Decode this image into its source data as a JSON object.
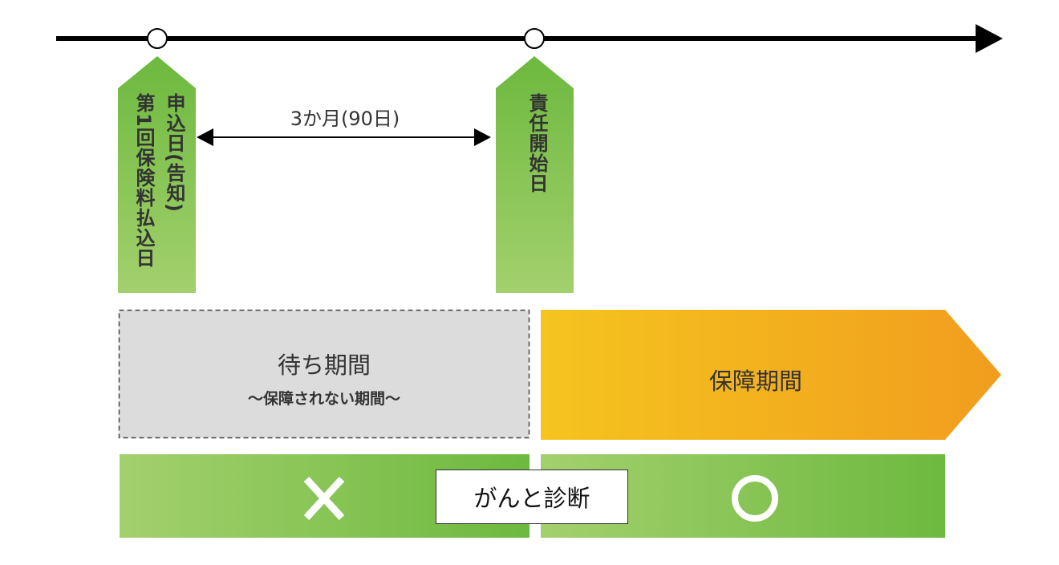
{
  "timeline": {
    "start_tag": {
      "line1": "申込日(告知)",
      "line2": "第1回保険料払込日"
    },
    "end_tag": {
      "label": "責任開始日"
    },
    "interval_label": "3か月(90日)"
  },
  "waiting_period": {
    "title": "待ち期間",
    "subtitle": "〜保障されない期間〜"
  },
  "coverage_period": {
    "title": "保障期間"
  },
  "diagnosis": {
    "label": "がんと診断",
    "waiting_mark": "×",
    "coverage_mark": "○"
  },
  "colors": {
    "green_dark": "#6db93f",
    "green_light": "#a3d06d",
    "orange_start": "#f5c41f",
    "orange_end": "#f19d1e",
    "gray": "#dcdcdc"
  }
}
